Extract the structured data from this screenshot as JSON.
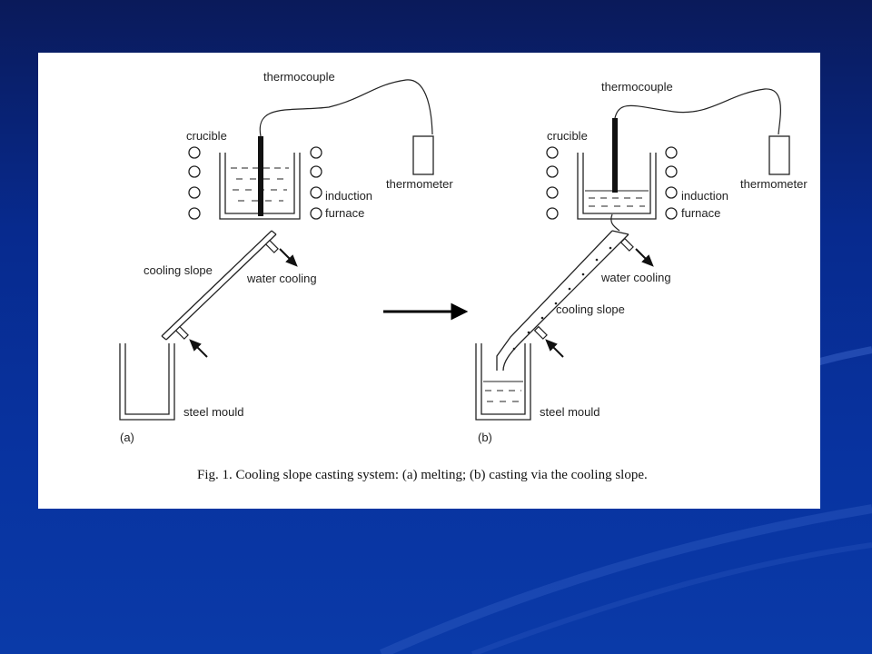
{
  "figure": {
    "caption": "Fig. 1. Cooling slope casting system: (a) melting; (b) casting via the cooling slope.",
    "panel_a": {
      "tag": "(a)",
      "thermocouple": "thermocouple",
      "crucible": "crucible",
      "thermometer": "thermometer",
      "induction": "induction",
      "furnace": "furnace",
      "cooling_slope": "cooling slope",
      "water_cooling": "water cooling",
      "steel_mould": "steel mould"
    },
    "panel_b": {
      "tag": "(b)",
      "thermocouple": "thermocouple",
      "crucible": "crucible",
      "thermometer": "thermometer",
      "induction": "induction",
      "furnace": "furnace",
      "cooling_slope": "cooling slope",
      "water_cooling": "water cooling",
      "steel_mould": "steel mould"
    }
  },
  "colors": {
    "background_dark": "#0a1a5a",
    "background_blue": "#0833a0",
    "figure_bg": "#ffffff",
    "line": "#222222"
  }
}
